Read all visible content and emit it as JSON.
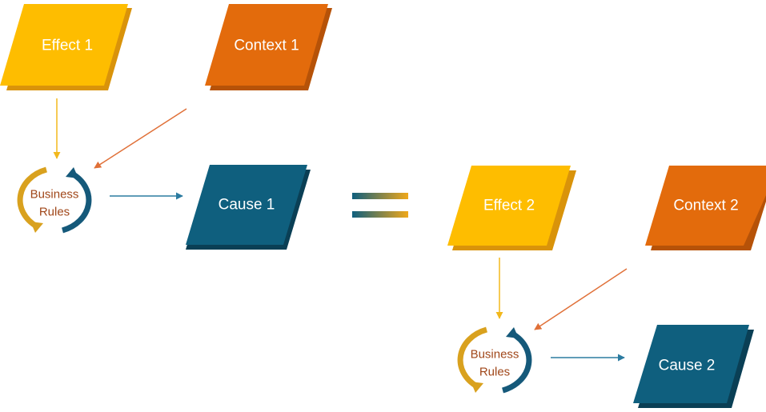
{
  "colors": {
    "effect": "#FEBD00",
    "effect_shadow": "#D9930A",
    "context": "#E36B0C",
    "context_shadow": "#B65208",
    "cause": "#0F5F7E",
    "cause_shadow": "#0A3F55",
    "rules_text": "#A0471A",
    "arrow_gold": "#D9A11E",
    "arrow_teal": "#15597A",
    "arrow_effect": "#F2B81C",
    "arrow_context": "#E07038",
    "arrow_cause": "#2B7BA0"
  },
  "diagram": {
    "group1": {
      "effect": "Effect 1",
      "context": "Context 1",
      "cause": "Cause 1",
      "rules_line1": "Business",
      "rules_line2": "Rules"
    },
    "group2": {
      "effect": "Effect 2",
      "context": "Context 2",
      "cause": "Cause 2",
      "rules_line1": "Business",
      "rules_line2": "Rules"
    },
    "equals_icon": "equals-icon"
  }
}
